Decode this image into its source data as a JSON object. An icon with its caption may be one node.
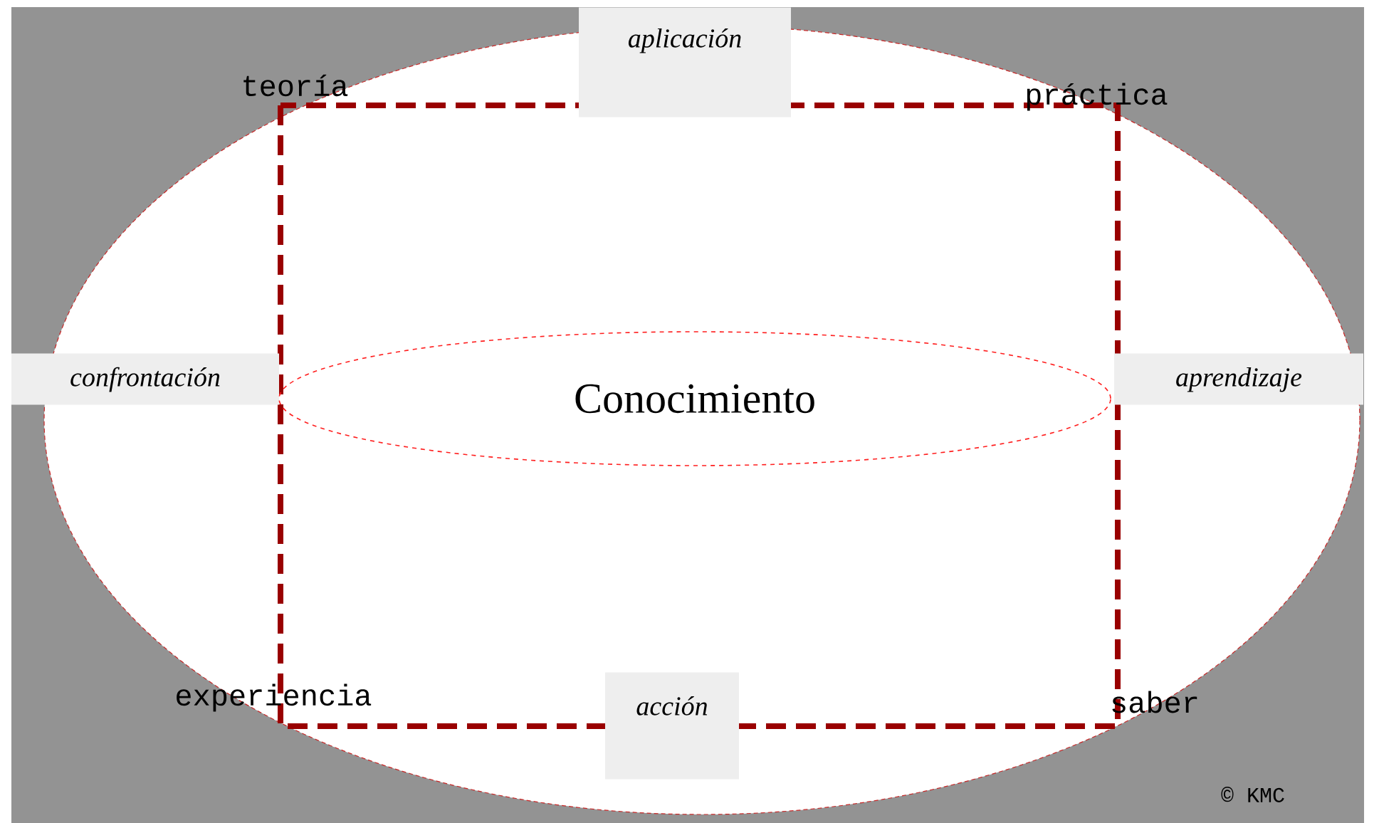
{
  "diagram": {
    "nodes": [
      {
        "text": [
          "aplicación"
        ]
      },
      {
        "text": [
          "confrontación"
        ]
      },
      {
        "text": [
          "Conocimiento"
        ]
      },
      {
        "text": [
          "aprendizaje"
        ]
      },
      {
        "text": [
          "acción"
        ]
      }
    ],
    "labels": [
      "teoría",
      "práctica",
      "experiencia",
      "saber",
      "© KMC"
    ]
  }
}
